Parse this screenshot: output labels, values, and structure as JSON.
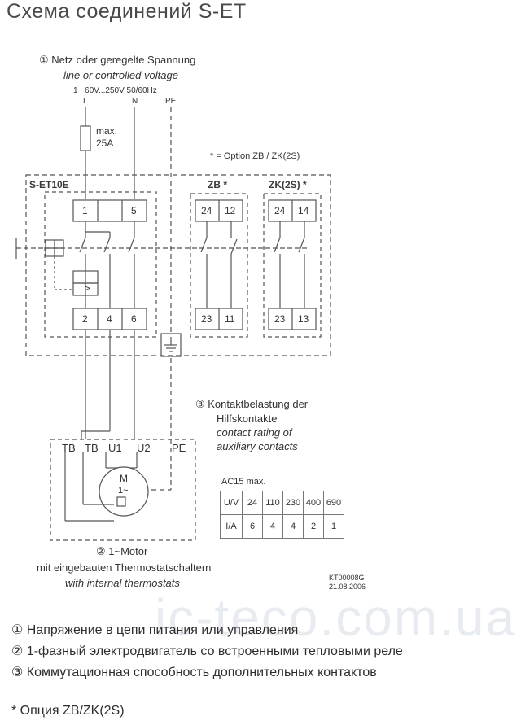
{
  "title": "Схема соединений S-ET",
  "supply": {
    "heading": "① Netz oder geregelte Spannung",
    "heading_en": "line or controlled voltage",
    "voltage": "1~ 60V...250V  50/60Hz",
    "terminals": [
      "L",
      "N",
      "PE"
    ],
    "fuse": [
      "max.",
      "25A"
    ]
  },
  "option_note": "* = Option ZB / ZK(2S)",
  "modules": {
    "main": "S-ET10E",
    "zb": "ZB *",
    "zk": "ZK(2S) *"
  },
  "terminals": {
    "main_top": [
      "1",
      "5"
    ],
    "main_bottom": [
      "2",
      "4",
      "6"
    ],
    "zb_top": [
      "24",
      "12"
    ],
    "zb_bottom": [
      "23",
      "11"
    ],
    "zk_top": [
      "24",
      "14"
    ],
    "zk_bottom": [
      "23",
      "13"
    ]
  },
  "relay_symbol": "I >",
  "contacts": {
    "heading": "③ Kontaktbelastung der",
    "heading2": "Hilfskontakte",
    "en1": "contact rating of",
    "en2": "auxiliary contacts"
  },
  "motor": {
    "terminals": [
      "TB",
      "TB",
      "U1",
      "U2",
      "PE"
    ],
    "symbol_m": "M",
    "symbol_phase": "1~",
    "caption1": "② 1~Motor",
    "caption2": "mit eingebauten Thermostatschaltern",
    "caption3": "with internal thermostats"
  },
  "ac_table": {
    "label": "AC15  max.",
    "u_row": [
      "24",
      "110",
      "230",
      "400",
      "690"
    ],
    "i_row": [
      "6",
      "4",
      "4",
      "2",
      "1"
    ]
  },
  "code": [
    "KT00008G",
    "21.08.2006"
  ],
  "legend": [
    "① Напряжение в цепи питания или управления",
    "② 1-фазный электродвигатель со встроенными тепловыми реле",
    "③ Коммутационная способность дополнительных контактов"
  ],
  "footnote": "* Опция ZB/ZK(2S)",
  "watermark": "ic-teco.com.ua"
}
